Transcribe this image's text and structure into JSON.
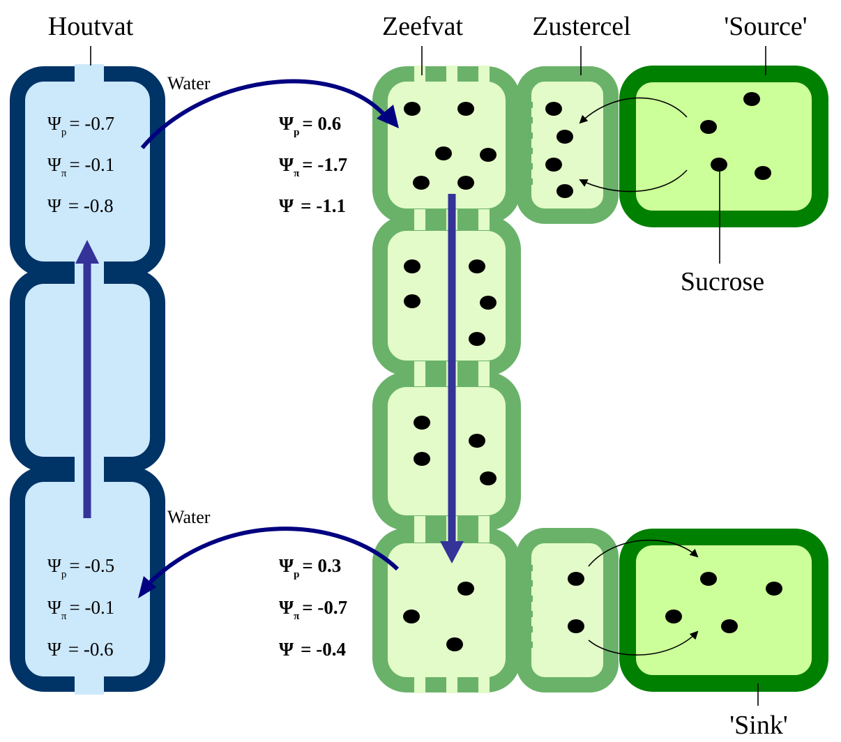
{
  "labels": {
    "xylem": "Houtvat",
    "phloem": "Zeefvat",
    "companion": "Zustercel",
    "source": "'Source'",
    "sink": "'Sink'",
    "sucrose": "Sucrose",
    "water_top": "Water",
    "water_bottom": "Water"
  },
  "symbols": {
    "psi": "Ψ",
    "sub_p": "p",
    "sub_pi": "π"
  },
  "xylem_top": {
    "psi_p": "= -0.7",
    "psi_pi": "= -0.1",
    "psi": "= -0.8"
  },
  "xylem_bottom": {
    "psi_p": "= -0.5",
    "psi_pi": "= -0.1",
    "psi": "= -0.6"
  },
  "phloem_top": {
    "psi_p": "=  0.6",
    "psi_pi": "= -1.7",
    "psi": "= -1.1"
  },
  "phloem_bottom": {
    "psi_p": "=   0.3",
    "psi_pi": "= -0.7",
    "psi": "= -0.4"
  },
  "colors": {
    "xylem_wall": "#003366",
    "xylem_fill": "#cce8fb",
    "phloem_wall": "#6ab26a",
    "phloem_fill": "#e3fbc8",
    "source_wall": "#008000",
    "source_fill": "#ccff99",
    "flow_arrow": "#333399",
    "water_arrow": "#000080"
  }
}
